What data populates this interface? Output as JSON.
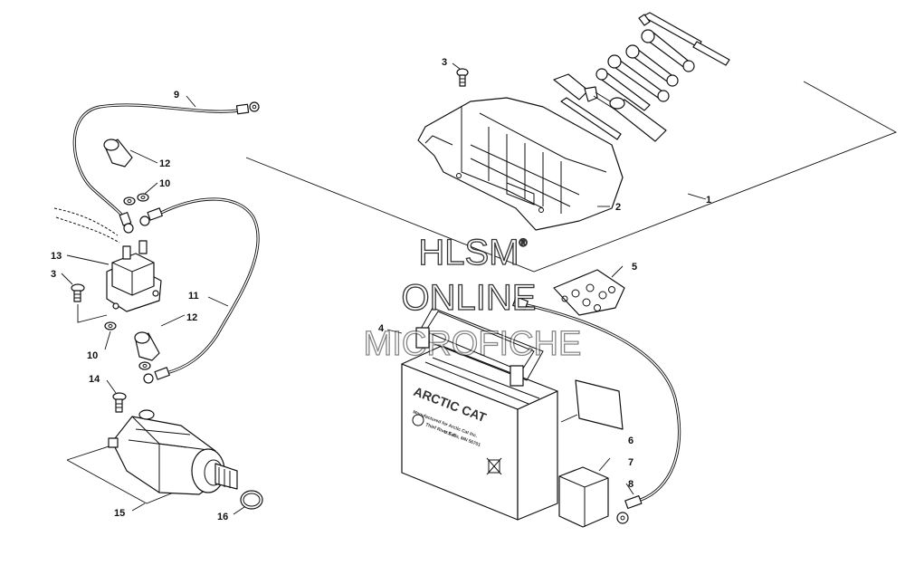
{
  "watermark": {
    "line1": "HLSM",
    "line2": "ONLINE",
    "line3": "MICROFICHE",
    "reg_mark": "®"
  },
  "battery": {
    "brand": "ARCTIC CAT",
    "fine_print_1": "Manufactured for Arctic Cat Inc.",
    "fine_print_2": "Thief River Falls, MN 56701",
    "fine_print_3": "U.S.A."
  },
  "callouts": [
    {
      "id": "c1",
      "num": "1"
    },
    {
      "id": "c2",
      "num": "2"
    },
    {
      "id": "c3a",
      "num": "3"
    },
    {
      "id": "c3b",
      "num": "3"
    },
    {
      "id": "c4",
      "num": "4"
    },
    {
      "id": "c5",
      "num": "5"
    },
    {
      "id": "c6",
      "num": "6"
    },
    {
      "id": "c7",
      "num": "7"
    },
    {
      "id": "c8",
      "num": "8"
    },
    {
      "id": "c9",
      "num": "9"
    },
    {
      "id": "c10a",
      "num": "10"
    },
    {
      "id": "c10b",
      "num": "10"
    },
    {
      "id": "c11",
      "num": "11"
    },
    {
      "id": "c12a",
      "num": "12"
    },
    {
      "id": "c12b",
      "num": "12"
    },
    {
      "id": "c13",
      "num": "13"
    },
    {
      "id": "c14",
      "num": "14"
    },
    {
      "id": "c15",
      "num": "15"
    },
    {
      "id": "c16",
      "num": "16"
    }
  ]
}
